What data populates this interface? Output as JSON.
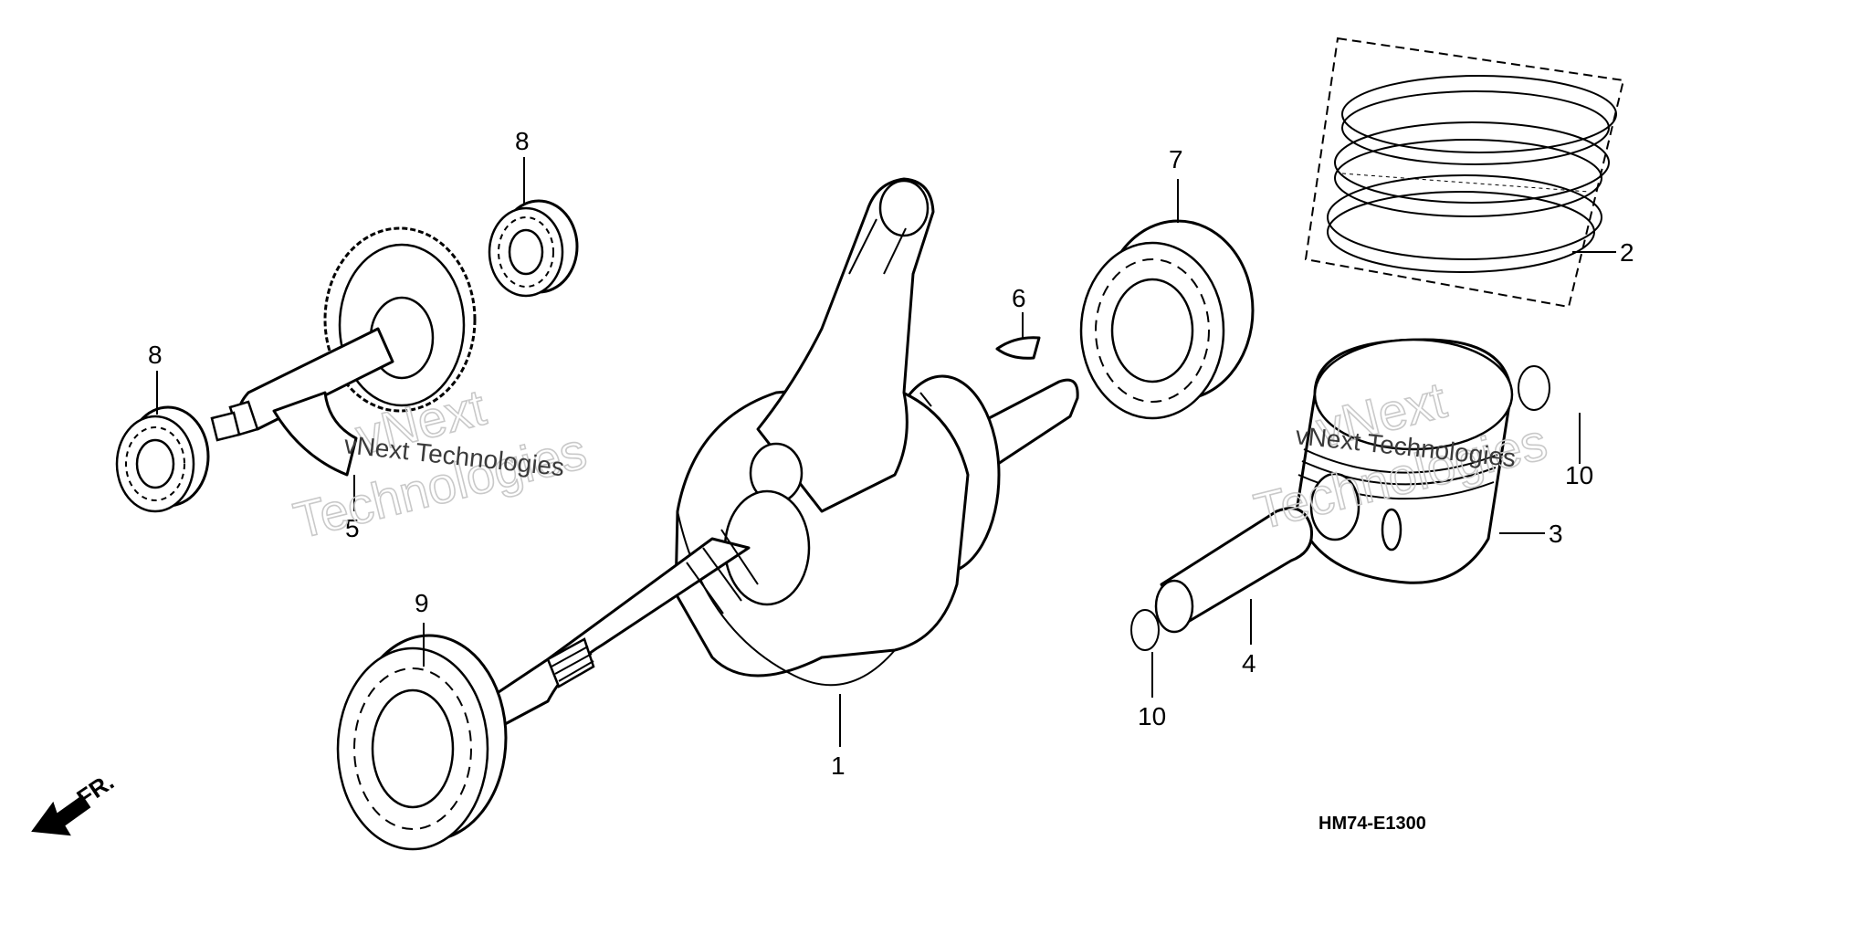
{
  "diagram": {
    "reference_code": "HM74-E1300",
    "front_marker": "FR.",
    "callouts": [
      "1",
      "2",
      "3",
      "4",
      "5",
      "6",
      "7",
      "8",
      "8",
      "9",
      "10",
      "10"
    ],
    "watermark": {
      "line1": "vNext",
      "line2": "Technologies",
      "small": "vNext Technologies"
    },
    "colors": {
      "ink": "#000000",
      "paper": "#ffffff",
      "watermark": "#c9c9c9"
    }
  }
}
